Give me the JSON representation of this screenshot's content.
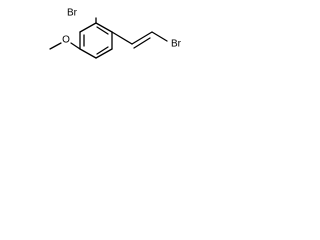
{
  "structure": {
    "atoms": {
      "bromo_ring": "Br",
      "oxygen": "O",
      "bromo_vinyl": "Br"
    }
  },
  "colors": {
    "background": "#ffffff",
    "bond": "#000000",
    "label": "#000000"
  }
}
